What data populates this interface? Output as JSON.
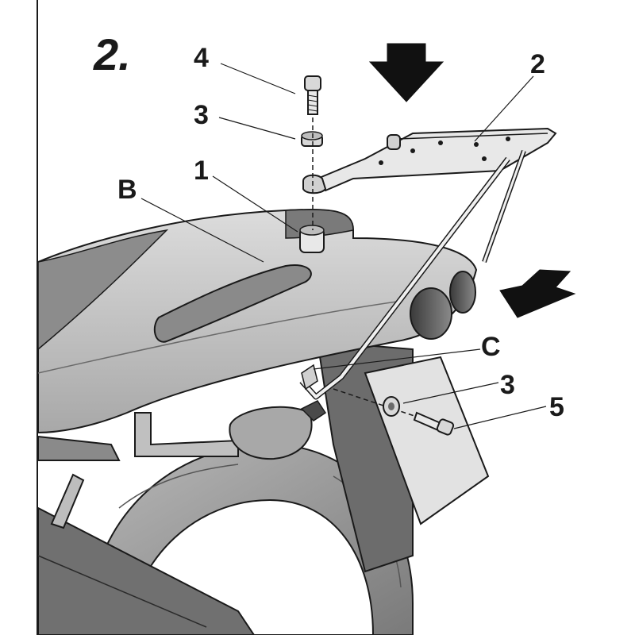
{
  "figure": {
    "step_number": "2.",
    "labels": {
      "part_1": "1",
      "part_2": "2",
      "part_3_top": "3",
      "part_3_side": "3",
      "part_4": "4",
      "part_5": "5",
      "point_B": "B",
      "point_C": "C"
    },
    "colors": {
      "line": "#1a1a1a",
      "body_light": "#d4d4d4",
      "body_mid": "#9a9a9a",
      "body_dark": "#4a4a4a",
      "arrow": "#111111"
    }
  }
}
